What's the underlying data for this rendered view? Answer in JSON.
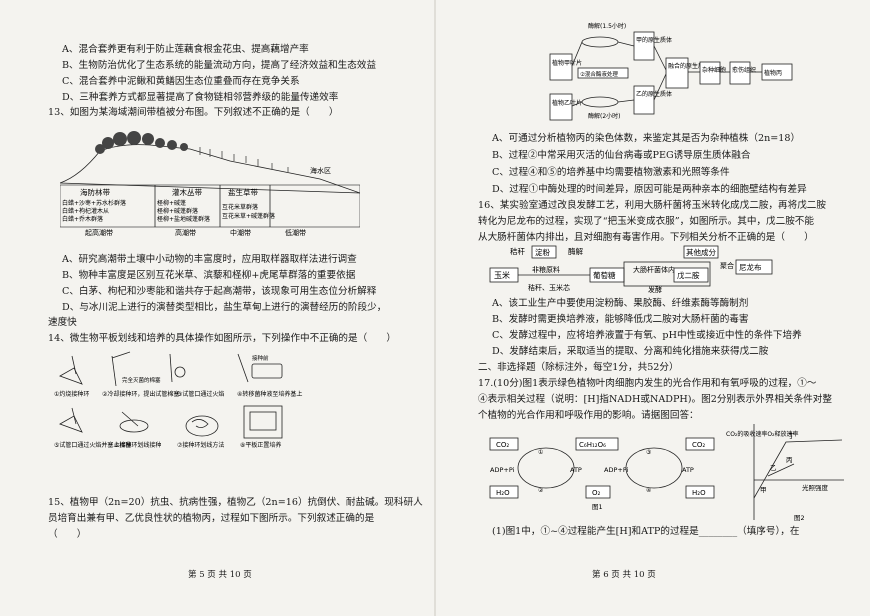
{
  "left": {
    "q12_options": [
      "A、混合套养更有利于防止莲藕食根金花虫、提高藕增产率",
      "B、生物防治优化了生态系统的能量流动方向，提高了经济效益和生态效益",
      "C、混合套养中泥鳅和黄鳝因生态位重叠而存在竞争关系",
      "D、三种套养方式都显著提高了食物链相邻营养级的能量传递效率"
    ],
    "q13": {
      "stem": "13、如图为某海域潮间带植被分布图。下列叙述不正确的是（　　）",
      "fig_labels": {
        "zone1": "海防林带",
        "zone1_sub": [
          "白蜡+沙枣+苏水杉群落",
          "白蜡+枸杞灌木从",
          "白蜡+乔木群落"
        ],
        "zone2": "灌木丛带",
        "zone2_sub": [
          "柽柳+碱蓬",
          "柽柳+碱蓬群落",
          "柽柳+盐地碱蓬群落"
        ],
        "zone3": "盐生草带",
        "zone3_sub": [
          "互花米草群落",
          "互花米草+碱蓬群落"
        ],
        "zone4": "海水区",
        "bottom": [
          "起高潮带",
          "高潮带",
          "中潮带",
          "低潮带"
        ]
      },
      "options": [
        "A、研究高潮带土壤中小动物的丰富度时，应用取样器取样法进行调查",
        "B、物种丰富度是区别互花米草、滨藜和柽柳+虎尾草群落的重要依据",
        "C、白茅、枸杞和沙枣能和谐共存于起高潮带，该现象可用生态位分析解释",
        "D、与冰川泥上进行的演替类型相比，盐生草甸上进行的演替经历的阶段少，",
        "速度快"
      ]
    },
    "q14": {
      "stem": "14、微生物平板划线和培养的具体操作如图所示，下列操作中不正确的是（　　）",
      "captions": [
        "①灼烧接种环",
        "②冷却接种环，提出试管棉塞",
        "③试管口通过火焰",
        "④转移菌种液至培养基上",
        "⑤试管口通过火焰并塞上棉塞",
        "⑥接种环划线接种",
        "⑦接种环划线方法",
        "⑧平板正置培养"
      ],
      "inset_labels": [
        "完全灭菌的棉塞",
        "接种前"
      ]
    },
    "q15": {
      "lines": [
        "15、植物甲（2n=20）抗虫、抗病性强，植物乙（2n=16）抗倒伏、耐盐碱。现科研人",
        "员培育出兼有甲、乙优良性状的植物丙，过程如下图所示。下列叙述正确的是",
        "（　　）"
      ]
    },
    "footer": "第 5 页 共 10 页"
  },
  "right": {
    "q15_fig": {
      "plantA": "植物甲叶片",
      "plantB": "植物乙叶片",
      "enzA": "酶解(1.5小时)",
      "enzB": "酶解(2小时)",
      "protoA": "甲的原生质体",
      "protoB": "乙的原生质体",
      "mix": "②混合酶液处理",
      "fusion": "融合的原生质体",
      "hybrid": "杂种细胞",
      "callus": "愈伤组织",
      "plantC": "植物丙"
    },
    "q15_options": [
      "A、可通过分析植物丙的染色体数，来鉴定其是否为杂种植株（2n=18）",
      "B、过程②中常采用灭活的仙台病毒或PEG诱导原生质体融合",
      "C、过程④和⑤的培养基中均需要植物激素和光照等条件",
      "D、过程①中酶处理的时间差异，原因可能是两种亲本的细胞壁结构有差异"
    ],
    "q16": {
      "lines": [
        "16、某实验室通过改良发酵工艺，利用大肠杆菌将玉米转化成戊二胺，再将戊二胺",
        "转化为尼龙布的过程，实现了“把玉米变成衣服”，如图所示。其中，戊二胺不能",
        "从大肠杆菌体内排出，且对细胞有毒害作用。下列相关分析不正确的是（　　）"
      ],
      "fig": {
        "straw": "秸秆",
        "starch": "淀粉",
        "hydro": "酶解",
        "corn": "玉米",
        "nongrain": "非粮原料",
        "straw_cob": "秸秆、玉米芯",
        "glucose": "葡萄糖",
        "ecoli": "大肠杆菌体内",
        "ferment": "发酵",
        "pent": "戊二胺",
        "other": "其他成分",
        "polymer": "聚合",
        "nylon": "尼龙布"
      },
      "options": [
        "A、该工业生产中要使用淀粉酶、果胶酶、纤维素酶等酶制剂",
        "B、发酵时需更换培养液，能够降低戊二胺对大肠杆菌的毒害",
        "C、发酵过程中，应将培养液置于有氧、pH中性或接近中性的条件下培养",
        "D、发酵结束后，采取适当的提取、分离和纯化措施来获得戊二胺"
      ]
    },
    "section2": "二、非选择题（除标注外，每空1分，共52分）",
    "q17": {
      "lines": [
        "17.(10分)图1表示绿色植物叶肉细胞内发生的光合作用和有氧呼吸的过程，①～",
        "④表示相关过程（说明：[H]指NADH或NADPH)。图2分别表示外界相关条件对整",
        "个植物的光合作用和呼吸作用的影响。请据图回答："
      ],
      "fig1": {
        "co2a": "CO₂",
        "glu": "C₆H₁₂O₆",
        "co2b": "CO₂",
        "adp1": "ADP+Pi",
        "atp1": "ATP",
        "adp2": "ADP+Pi",
        "atp2": "ATP",
        "h2oa": "H₂O",
        "o2": "O₂",
        "h2ob": "H₂O",
        "caption": "图1",
        "marks": [
          "①",
          "②",
          "③",
          "④"
        ]
      },
      "fig2": {
        "ylabel": "CO₂的吸收速率O₂释放速率",
        "xlabel": "光照强度",
        "curves": [
          "丁",
          "丙",
          "乙",
          "甲"
        ],
        "caption": "图2"
      },
      "sub1": "(1)图1中，①~④过程能产生[H]和ATP的过程是________（填序号），在"
    },
    "footer": "第 6 页 共 10 页"
  }
}
